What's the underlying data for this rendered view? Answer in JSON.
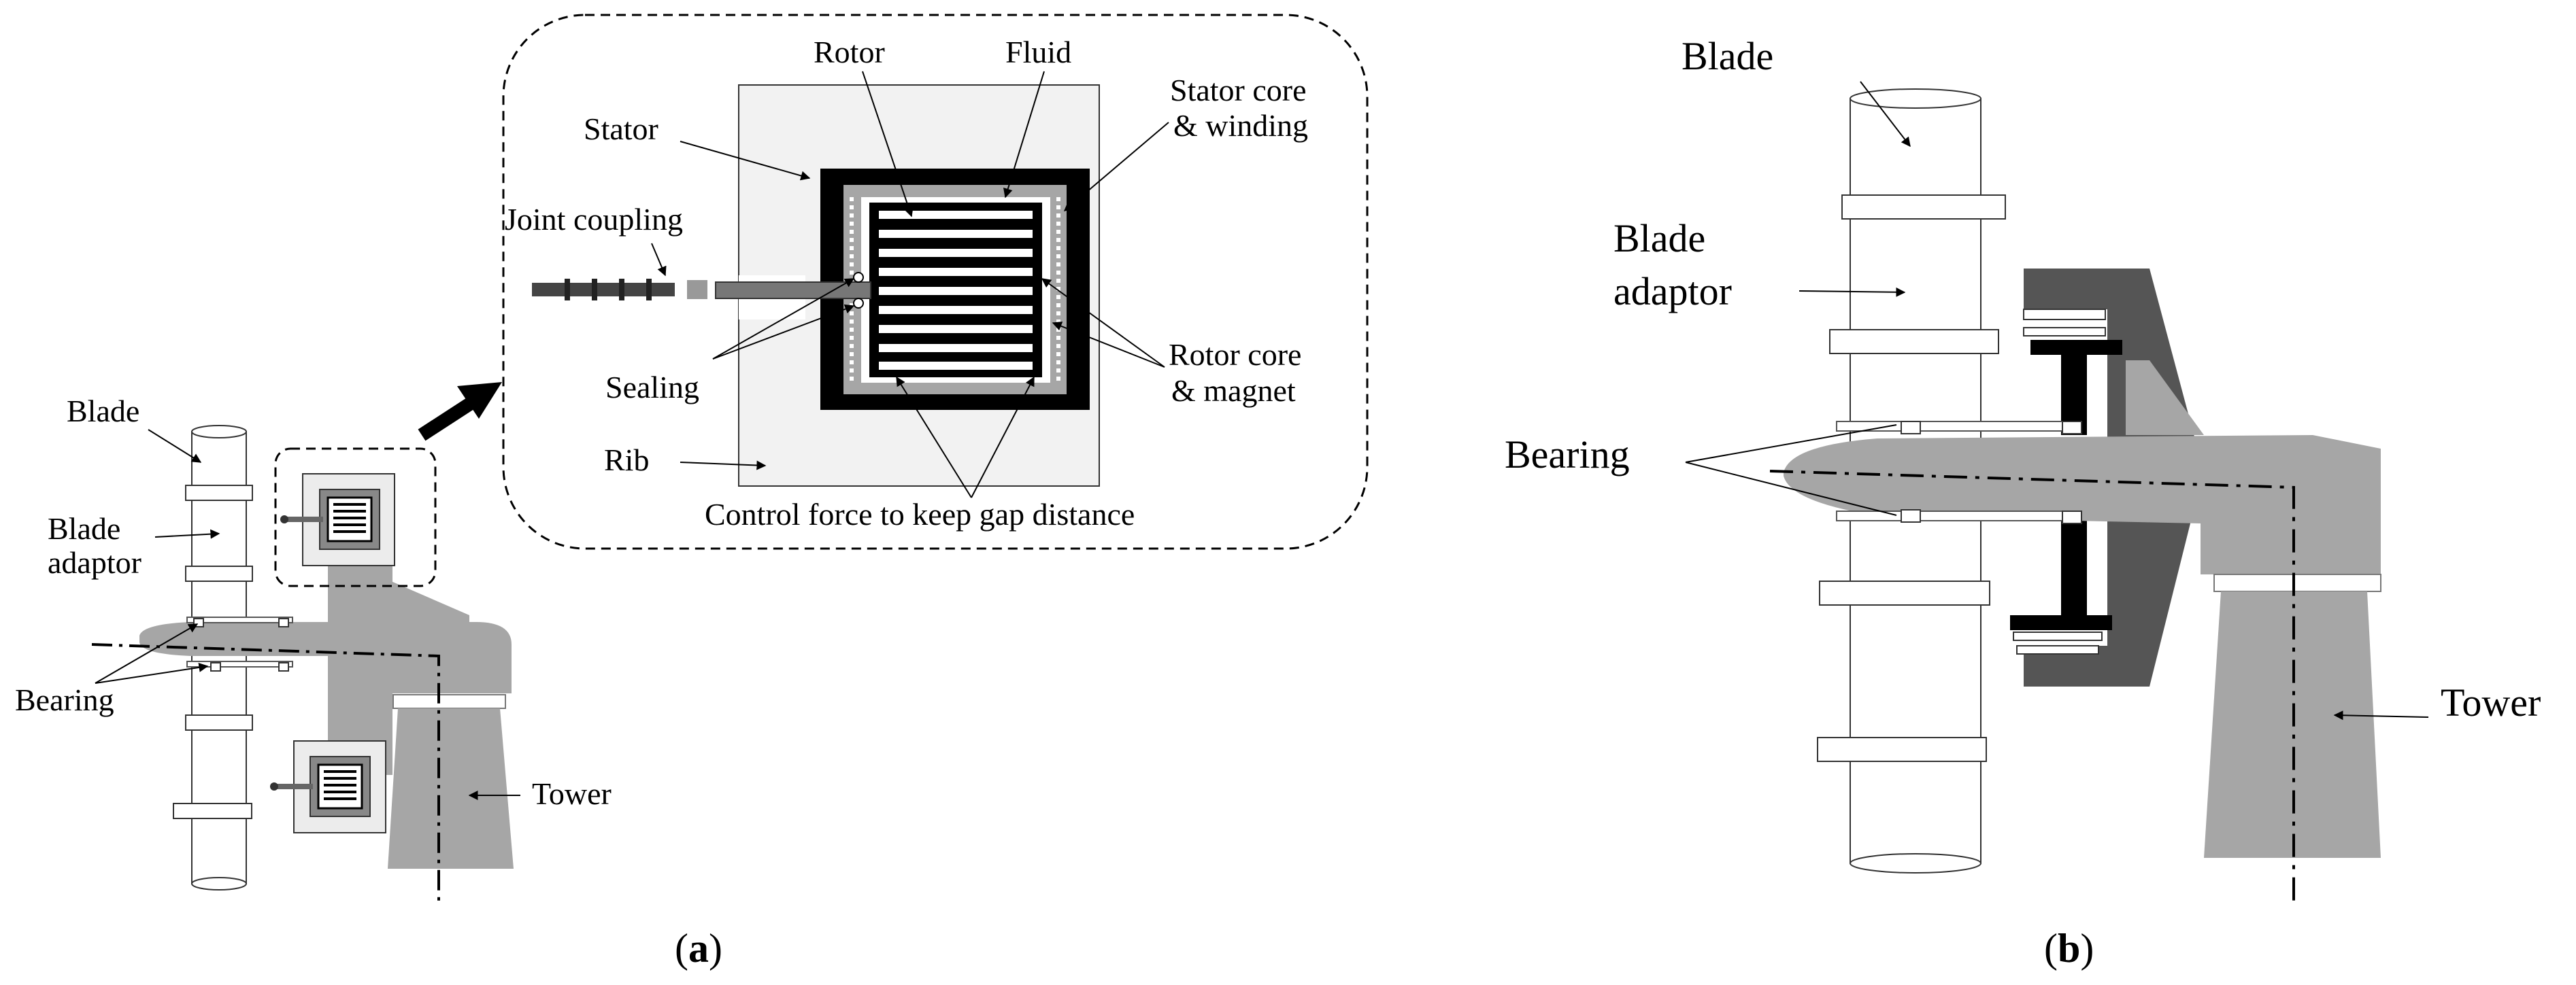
{
  "panel_a": {
    "caption_open": "(",
    "caption_letter": "a",
    "caption_close": ")",
    "labels": {
      "blade": "Blade",
      "blade_adaptor_1": "Blade",
      "blade_adaptor_2": "adaptor",
      "bearing": "Bearing",
      "tower": "Tower"
    },
    "inset": {
      "rotor": "Rotor",
      "fluid": "Fluid",
      "stator": "Stator",
      "stator_core_1": "Stator core",
      "stator_core_2": "& winding",
      "joint_coupling": "Joint coupling",
      "sealing": "Sealing",
      "rotor_core_1": "Rotor core",
      "rotor_core_2": "& magnet",
      "rib": "Rib",
      "control_force": "Control force to keep gap distance"
    }
  },
  "panel_b": {
    "caption_open": "(",
    "caption_letter": "b",
    "caption_close": ")",
    "labels": {
      "blade": "Blade",
      "blade_adaptor_1": "Blade",
      "blade_adaptor_2": "adaptor",
      "bearing": "Bearing",
      "tower": "Tower"
    }
  },
  "colors": {
    "structure_gray": "#a6a6a6",
    "dark_gray": "#555555",
    "stator_black": "#000000",
    "rib_fill": "#f2f2f2"
  }
}
